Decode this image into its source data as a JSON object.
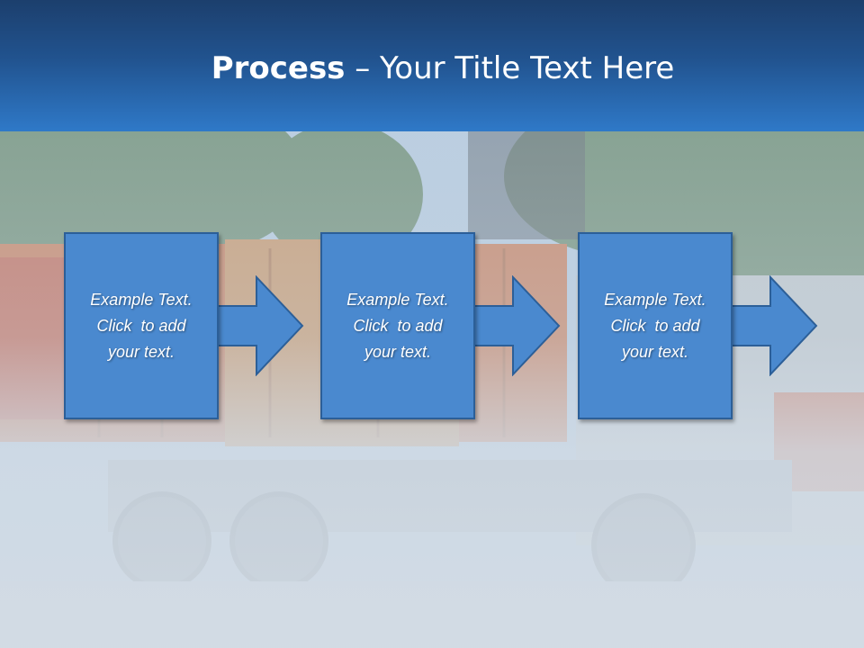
{
  "slide": {
    "title_bold": "Process",
    "title_rest": " – Your Title Text Here"
  },
  "steps": [
    {
      "line1": "Example Text.",
      "line2": "Click  to add",
      "line3": "your text."
    },
    {
      "line1": "Example Text.",
      "line2": "Click  to add",
      "line3": "your text."
    },
    {
      "line1": "Example Text.",
      "line2": "Click  to add",
      "line3": "your text."
    }
  ],
  "colors": {
    "header_dark": "#1c3f6d",
    "header_light": "#2f79c8",
    "box_fill": "#4a89cf",
    "box_border": "#2c5f98"
  }
}
